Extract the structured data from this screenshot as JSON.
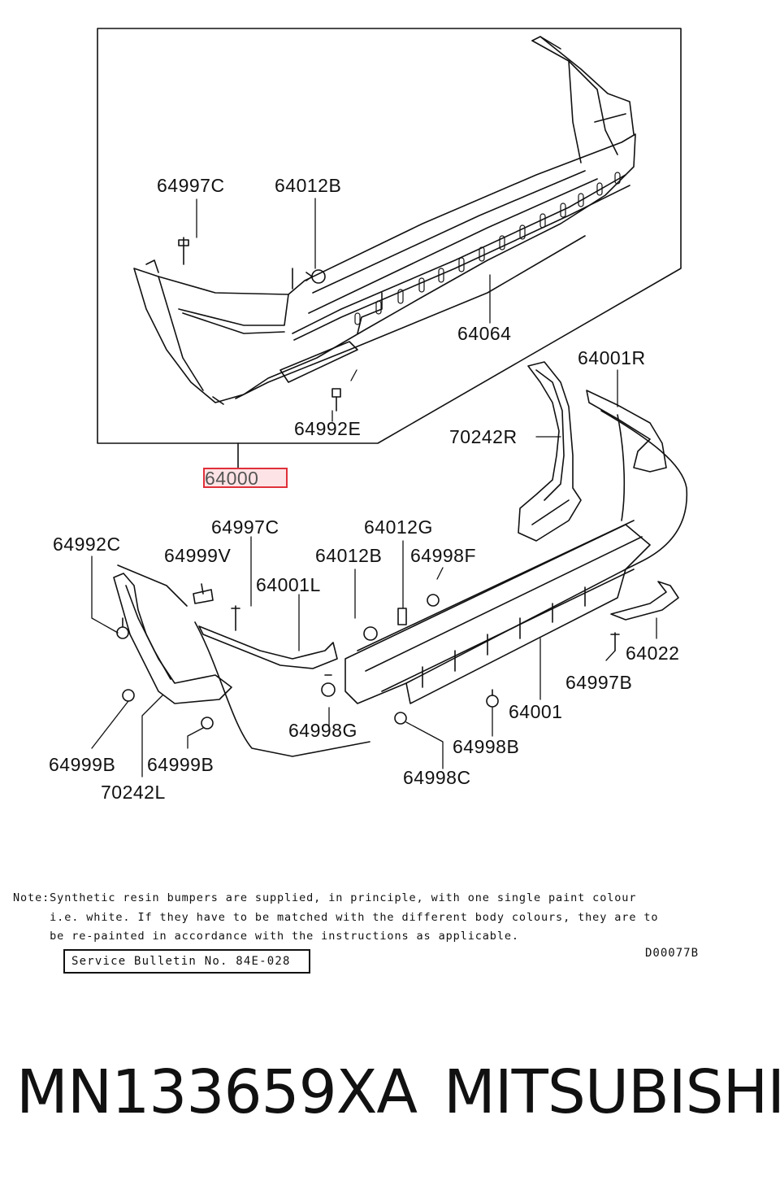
{
  "diagram": {
    "part_labels": {
      "p64997C_top": "64997C",
      "p64012B_top": "64012B",
      "p64064": "64064",
      "p64992E": "64992E",
      "p64001R": "64001R",
      "p70242R": "70242R",
      "p64000": "64000",
      "p64992C": "64992C",
      "p64999V": "64999V",
      "p64997C_mid": "64997C",
      "p64012G": "64012G",
      "p64012B_mid": "64012B",
      "p64998F": "64998F",
      "p64001L": "64001L",
      "p64022": "64022",
      "p64997B": "64997B",
      "p64001": "64001",
      "p64998G": "64998G",
      "p64998B": "64998B",
      "p64998C": "64998C",
      "p64999B_left": "64999B",
      "p64999B_right": "64999B",
      "p70242L": "70242L"
    },
    "highlighted_part": "64000",
    "highlight_color": "#e0303a"
  },
  "note": {
    "line1": "Note:Synthetic resin bumpers are supplied, in principle, with one single paint colour",
    "line2": "     i.e. white. If they have to be matched with the different body colours, they are to",
    "line3": "     be re-painted in accordance with the instructions as applicable."
  },
  "service_bulletin": "Service Bulletin No. 84E-028",
  "drawing_code": "D00077B",
  "footer": {
    "part_number": "MN133659XA",
    "brand": "MITSUBISHI"
  }
}
